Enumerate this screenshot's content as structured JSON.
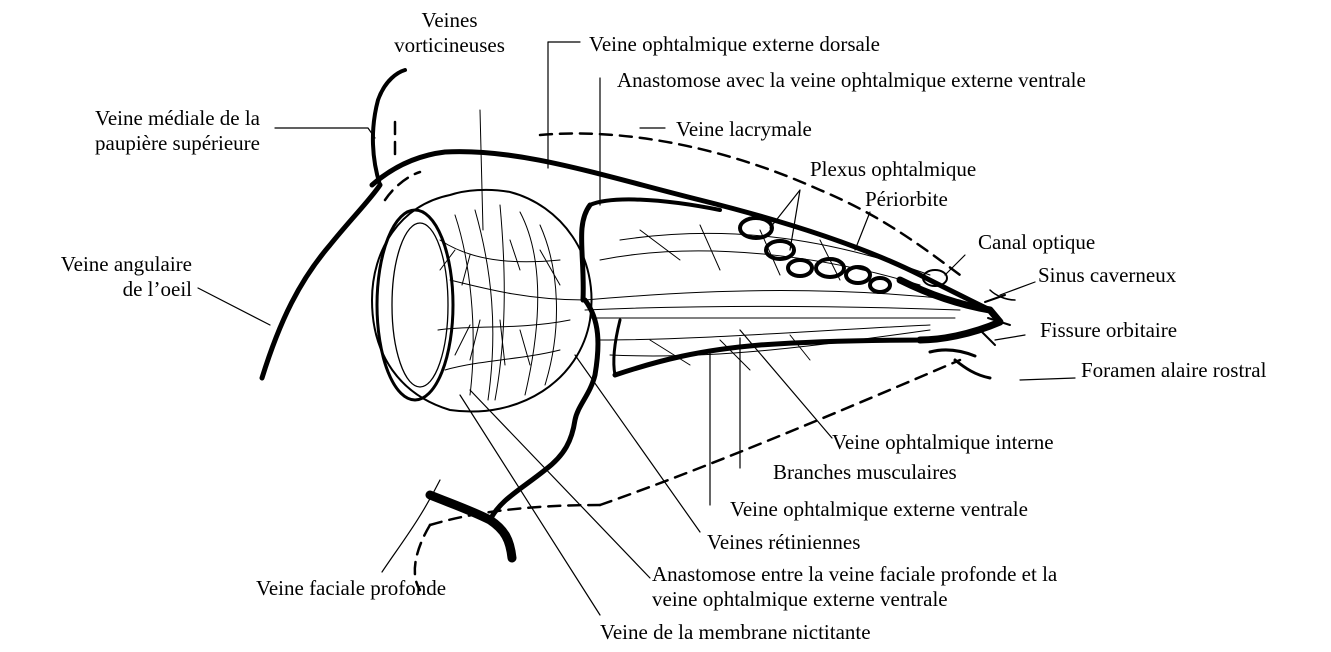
{
  "labels": {
    "veines_vorticineuses": [
      "Veines",
      "vorticineuses"
    ],
    "veine_ophtalmique_externe_dorsale": "Veine ophtalmique externe dorsale",
    "anastomose_ventrale": "Anastomose avec la veine ophtalmique externe ventrale",
    "veine_mediale": [
      "Veine médiale de la",
      "paupière supérieure"
    ],
    "veine_lacrymale": "Veine lacrymale",
    "plexus_ophtalmique": "Plexus ophtalmique",
    "periorbite": "Périorbite",
    "canal_optique": "Canal optique",
    "veine_angulaire": [
      "Veine angulaire",
      "de l’oeil"
    ],
    "sinus_caverneux": "Sinus caverneux",
    "fissure_orbitaire": "Fissure orbitaire",
    "foramen_alaire_rostral": "Foramen alaire rostral",
    "veine_ophtalmique_interne": "Veine ophtalmique interne",
    "branches_musculaires": "Branches musculaires",
    "veine_ophtalmique_externe_ventrale": "Veine ophtalmique externe ventrale",
    "veines_retiniennes": "Veines rétiniennes",
    "anastomose_faciale": [
      "Anastomose entre la veine faciale profonde et la",
      "veine ophtalmique externe ventrale"
    ],
    "veine_faciale_profonde": "Veine faciale profonde",
    "veine_membrane_nictitante": "Veine de la membrane nictitante"
  },
  "colors": {
    "ink": "#000000",
    "background": "#ffffff"
  }
}
